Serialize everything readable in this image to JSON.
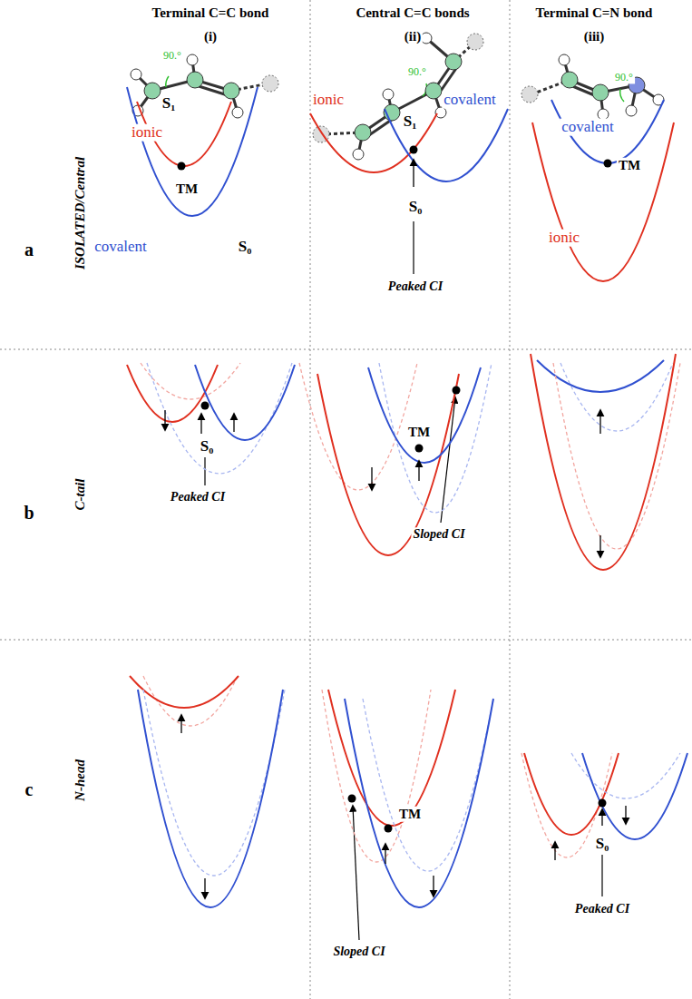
{
  "diagram": {
    "labels": [
      "Terminal C=C bond",
      "(i)",
      "Central C=C bonds",
      "(ii)",
      "Terminal C=N bond",
      "(iii)",
      "a",
      "ISOLATED/Central",
      "90.°",
      "S₁",
      "ionic",
      "TM",
      "covalent",
      "S₀",
      "90.°",
      "ionic",
      "S₁",
      "covalent",
      "S₀",
      "Peaked CI",
      "90.°",
      "covalent",
      "TM",
      "ionic",
      "b",
      "C-tail",
      "S₀",
      "Peaked CI",
      "TM",
      "Sloped CI",
      "c",
      "N-head",
      "Sloped CI",
      "TM",
      "S₀",
      "Peaked CI"
    ]
  }
}
